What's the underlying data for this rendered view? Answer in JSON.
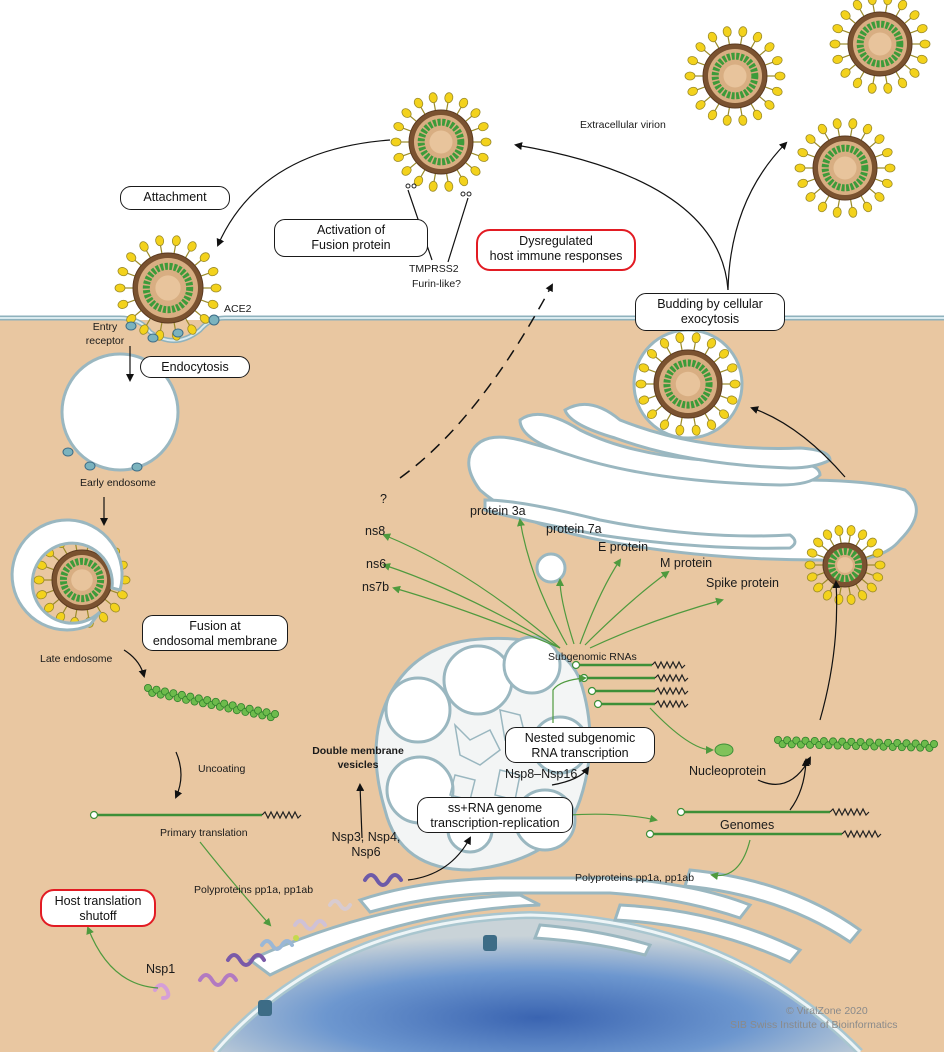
{
  "labels": {
    "extracellular_virion": "Extracellular virion",
    "attachment": "Attachment",
    "activation": "Activation of\nFusion protein",
    "tmprss2": "TMPRSS2",
    "furin": "Furin-like?",
    "dysregulated": "Dysregulated\nhost immune responses",
    "budding": "Budding by cellular\nexocytosis",
    "ace2": "ACE2",
    "entry_receptor": "Entry\nreceptor",
    "endocytosis": "Endocytosis",
    "early_endosome": "Early endosome",
    "fusion": "Fusion at\nendosomal membrane",
    "late_endosome": "Late endosome",
    "uncoating": "Uncoating",
    "primary_translation": "Primary translation",
    "polyproteins_left": "Polyproteins pp1a, pp1ab",
    "host_shutoff": "Host translation\nshutoff",
    "nsp1": "Nsp1",
    "double_membrane": "Double membrane\nvesicles",
    "nsp3_4_6": "Nsp3, Nsp4,\nNsp6",
    "genome_replication": "ss+RNA genome\ntranscription-replication",
    "nsp8_16": "Nsp8–Nsp16",
    "nested": "Nested subgenomic\nRNA transcription",
    "subgenomic": "Subgenomic RNAs",
    "nucleoprotein": "Nucleoprotein",
    "genomes": "Genomes",
    "polyproteins_right": "Polyproteins pp1a, pp1ab",
    "question": "?",
    "ns8": "ns8",
    "ns6": "ns6",
    "ns7b": "ns7b",
    "protein_3a": "protein 3a",
    "protein_7a": "protein 7a",
    "e_protein": "E protein",
    "m_protein": "M protein",
    "spike_protein": "Spike protein",
    "copyright1": "© ViralZone 2020",
    "copyright2": "SIB Swiss Institute of Bioinformatics"
  },
  "colors": {
    "cytoplasm": "#e9c7a1",
    "membrane": "#a9c6cf",
    "spike": "#f3d21c",
    "nucleocapsid": "#3d9b3a",
    "green_arrow": "#4f9a3e",
    "red_border": "#e21b23",
    "nucleus": "#5b86c4"
  }
}
